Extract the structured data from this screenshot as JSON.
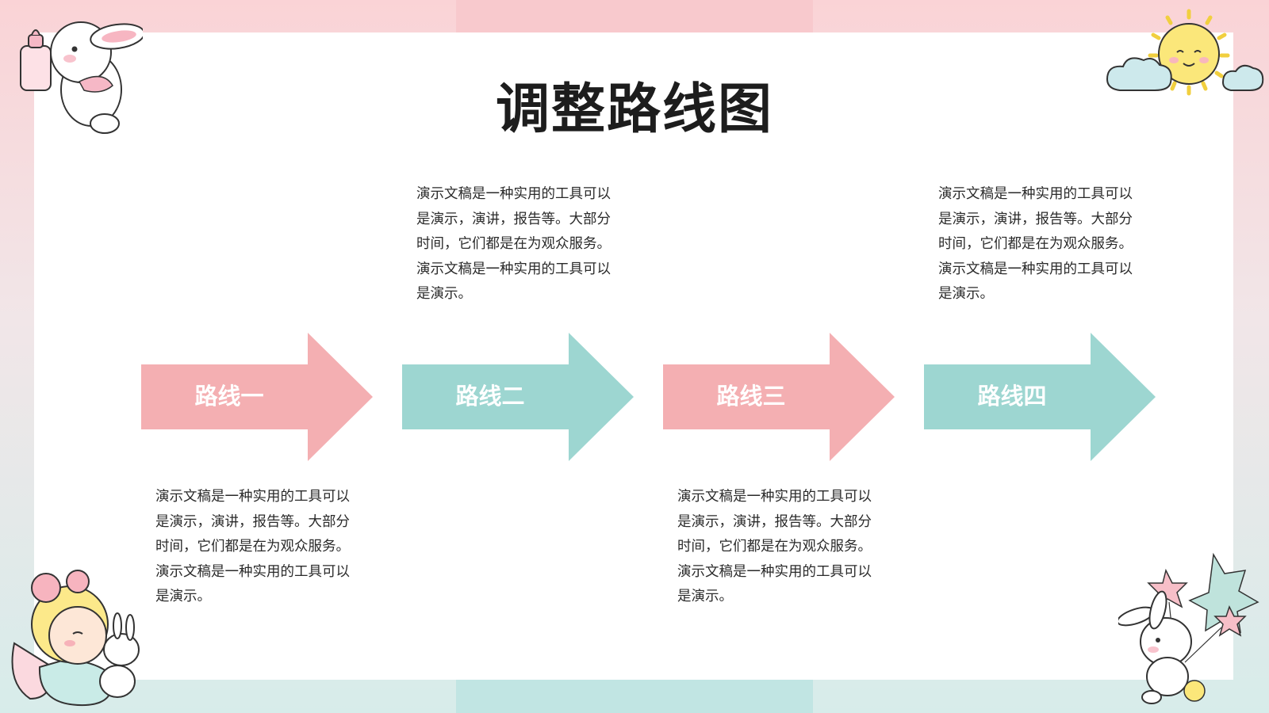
{
  "page": {
    "title": "调整路线图"
  },
  "routes": [
    {
      "label": "路线一",
      "color": "#f4afb2",
      "description": "演示文稿是一种实用的工具可以是演示，演讲，报告等。大部分时间，它们都是在为观众服务。演示文稿是一种实用的工具可以是演示。"
    },
    {
      "label": "路线二",
      "color": "#9dd6d1",
      "description": "演示文稿是一种实用的工具可以是演示，演讲，报告等。大部分时间，它们都是在为观众服务。演示文稿是一种实用的工具可以是演示。"
    },
    {
      "label": "路线三",
      "color": "#f4afb2",
      "description": "演示文稿是一种实用的工具可以是演示，演讲，报告等。大部分时间，它们都是在为观众服务。演示文稿是一种实用的工具可以是演示。"
    },
    {
      "label": "路线四",
      "color": "#9dd6d1",
      "description": "演示文稿是一种实用的工具可以是演示，演讲，报告等。大部分时间，它们都是在为观众服务。演示文稿是一种实用的工具可以是演示。"
    }
  ],
  "colors": {
    "pink": "#f4afb2",
    "teal": "#9dd6d1",
    "title": "#1d1d1d"
  },
  "decorations": [
    "bunny-with-bottle-icon",
    "sun-with-cloud-icon",
    "girl-with-bunny-icon",
    "bunny-with-balloons-icon"
  ]
}
